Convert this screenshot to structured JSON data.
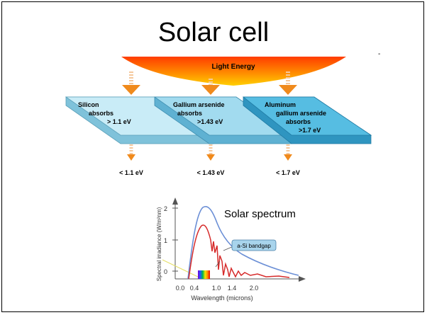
{
  "slide": {
    "title": "Solar cell"
  },
  "light": {
    "label": "Light Energy",
    "colors": {
      "top": "#ff6a00",
      "bottom": "#ffd200"
    }
  },
  "layers": [
    {
      "lines": [
        "Silicon",
        "absorbs",
        "> 1.1 eV"
      ],
      "passes": "< 1.1 eV",
      "color": "#bfe6f4"
    },
    {
      "lines": [
        "Gallium arsenide",
        "absorbs",
        ">1.43 eV"
      ],
      "passes": "< 1.43 eV",
      "color": "#90d3ec"
    },
    {
      "lines": [
        "Aluminum",
        "gallium arsenide",
        "absorbs",
        ">1.7 eV"
      ],
      "passes": "< 1.7 eV",
      "color": "#4bb8df"
    }
  ],
  "arrow_color": "#f08a1c",
  "spectrum": {
    "annotation": "Solar spectrum",
    "bandgap_label": "a-Si bandgap",
    "ylabel": "Spectral irradiance (W/m²nm)",
    "xlabel": "Wavelength (microns)",
    "xticks": [
      "0.0",
      "0.4",
      "1.0",
      "1.4",
      "2.0"
    ],
    "yticks": [
      "0",
      "1",
      "2"
    ]
  }
}
